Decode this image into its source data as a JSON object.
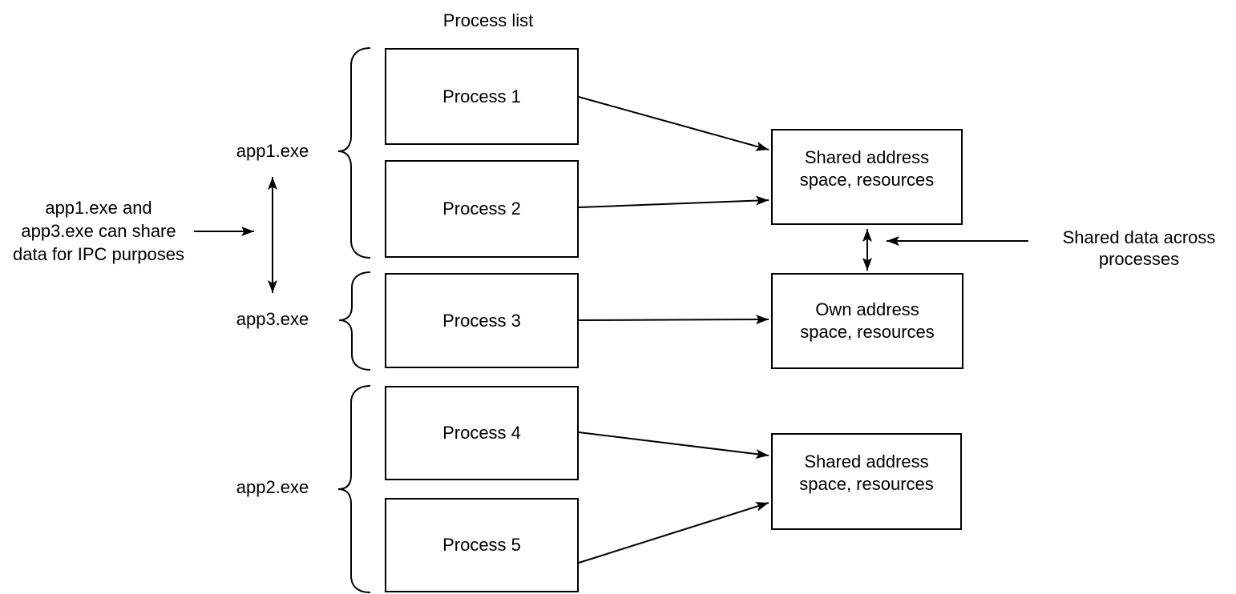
{
  "title": "Process list",
  "process_boxes": [
    {
      "label": "Process 1"
    },
    {
      "label": "Process 2"
    },
    {
      "label": "Process 3"
    },
    {
      "label": "Process 4"
    },
    {
      "label": "Process 5"
    }
  ],
  "group_labels": {
    "app1": "app1.exe",
    "app3": "app3.exe",
    "app2": "app2.exe"
  },
  "resource_boxes": [
    {
      "lines": [
        "Shared address",
        "space, resources"
      ]
    },
    {
      "lines": [
        "Own address",
        "space, resources"
      ]
    },
    {
      "lines": [
        "Shared address",
        "space, resources"
      ]
    }
  ],
  "annotations": {
    "ipc": {
      "lines": [
        "app1.exe and",
        "app3.exe can share",
        "data for IPC purposes"
      ]
    },
    "shared_data": {
      "lines": [
        "Shared data across",
        "processes"
      ]
    }
  },
  "colors": {
    "stroke": "#000000",
    "background": "#ffffff"
  }
}
